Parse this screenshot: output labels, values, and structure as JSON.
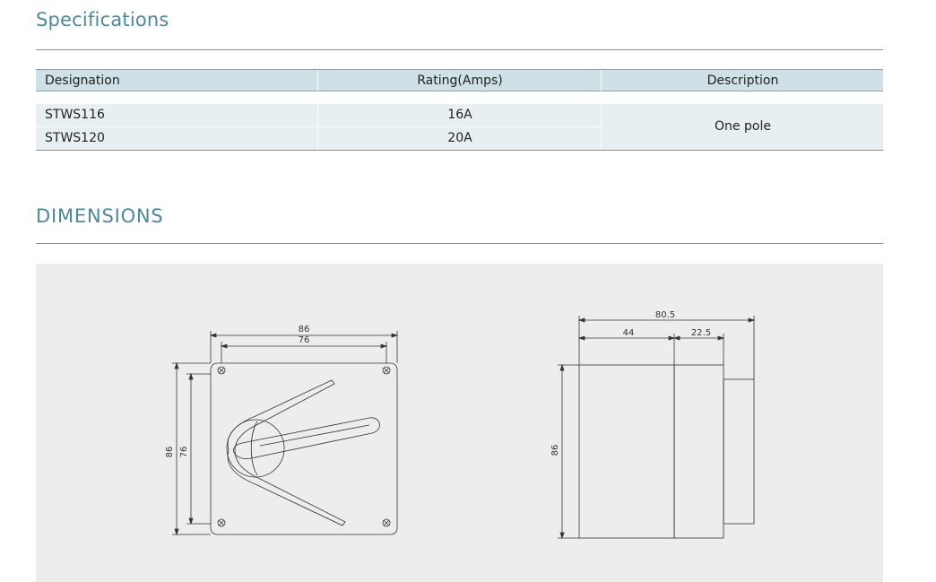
{
  "specifications": {
    "title": "Specifications",
    "headers": [
      "Designation",
      "Rating(Amps)",
      "Description"
    ],
    "rows": [
      {
        "designation": "STWS116",
        "rating": "16A"
      },
      {
        "designation": "STWS120",
        "rating": "20A"
      }
    ],
    "description": "One pole"
  },
  "dimensions": {
    "title": "DIMENSIONS",
    "front_view": {
      "outer_width": "86",
      "inner_width": "76",
      "outer_height": "86",
      "inner_height": "76"
    },
    "side_view": {
      "total_depth": "80.5",
      "body_depth": "44",
      "cover_depth": "22.5",
      "height": "86"
    }
  },
  "colors": {
    "heading": "#4c8a9a",
    "table_header": "#cfe0e6",
    "table_body": "#e7eff2",
    "drawing_bg": "#ededed"
  }
}
